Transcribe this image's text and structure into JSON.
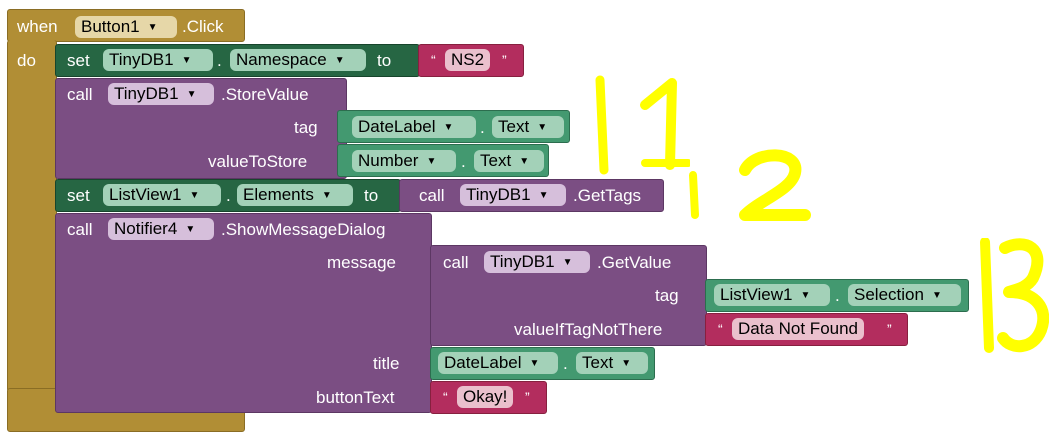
{
  "event": {
    "when": "when",
    "component": "Button1",
    "event_name": ".Click",
    "do": "do"
  },
  "set_namespace": {
    "set": "set",
    "component": "TinyDB1",
    "dot": ".",
    "property": "Namespace",
    "to": "to",
    "value": "NS2"
  },
  "store_value": {
    "call": "call",
    "component": "TinyDB1",
    "method": ".StoreValue",
    "tag_label": "tag",
    "tag_component": "DateLabel",
    "tag_dot": ".",
    "tag_property": "Text",
    "value_label": "valueToStore",
    "value_component": "Number",
    "value_dot": ".",
    "value_property": "Text"
  },
  "set_elements": {
    "set": "set",
    "component": "ListView1",
    "dot": ".",
    "property": "Elements",
    "to": "to",
    "call": "call",
    "call_component": "TinyDB1",
    "call_method": ".GetTags"
  },
  "show_dialog": {
    "call": "call",
    "component": "Notifier4",
    "method": ".ShowMessageDialog",
    "message_label": "message",
    "msg_call": "call",
    "msg_component": "TinyDB1",
    "msg_method": ".GetValue",
    "tag_label": "tag",
    "tag_component": "ListView1",
    "tag_dot": ".",
    "tag_property": "Selection",
    "default_label": "valueIfTagNotThere",
    "default_value": "Data Not Found",
    "title_label": "title",
    "title_component": "DateLabel",
    "title_dot": ".",
    "title_property": "Text",
    "button_label": "buttonText",
    "button_value": "Okay!"
  },
  "annotations": [
    "1",
    "2",
    "3"
  ],
  "colors": {
    "event": "#b18e35",
    "procedure": "#7b4e83",
    "setter": "#266643",
    "component": "#439970",
    "text": "#b32d5e",
    "annotation": "#ffff00"
  }
}
